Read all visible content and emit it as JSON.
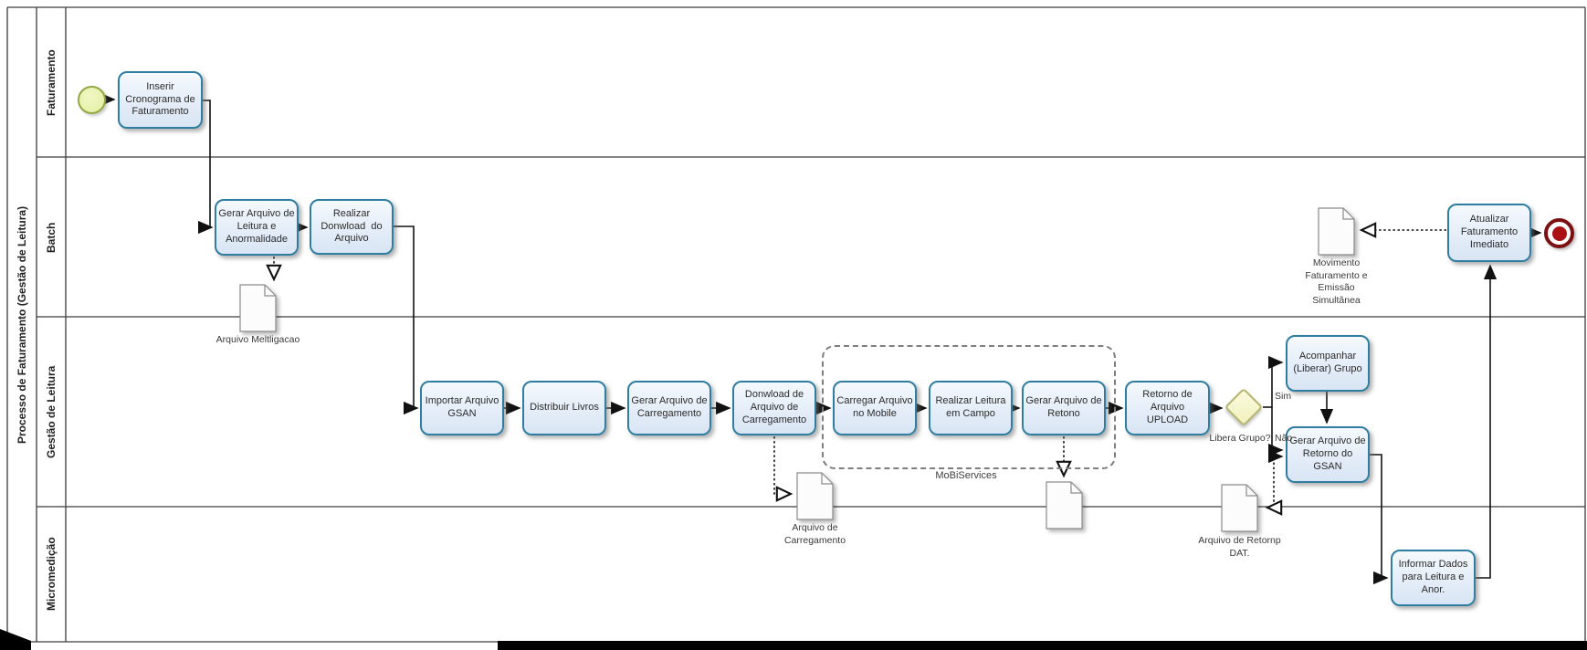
{
  "pool": {
    "label": "Processo de Faturamento (Gestão de Leitura)"
  },
  "lanes": [
    {
      "label": "Faturamento"
    },
    {
      "label": "Batch"
    },
    {
      "label": "Gestão de Leitura"
    },
    {
      "label": "Micromedição"
    }
  ],
  "tasks": [
    {
      "label": "Inserir Cronograma de Faturamento"
    },
    {
      "label": "Gerar Arquivo de Leitura e Anormalidade"
    },
    {
      "label": "Realizar Donwload  do Arquivo"
    },
    {
      "label": "Importar Arquivo  GSAN"
    },
    {
      "label": "Distribuir Livros"
    },
    {
      "label": "Gerar Arquivo de Carregamento"
    },
    {
      "label": "Donwload de Arquivo de Carregamento"
    },
    {
      "label": "Carregar Arquivo no Mobile"
    },
    {
      "label": "Realizar Leitura  em Campo"
    },
    {
      "label": "Gerar Arquivo de Retono"
    },
    {
      "label": "Retorno de Arquivo UPLOAD"
    },
    {
      "label": "Acompanhar (Liberar) Grupo"
    },
    {
      "label": "Gerar Arquivo de Retorno do GSAN"
    },
    {
      "label": "Informar Dados para Leitura e Anor."
    },
    {
      "label": "Atualizar Faturamento Imediato"
    }
  ],
  "documents": [
    {
      "label": "Arquivo Meltligacao"
    },
    {
      "label": "Movimento Faturamento e Emissão Simultânea"
    },
    {
      "label": "Arquivo de Carregamento"
    },
    {
      "label": ""
    },
    {
      "label": "Arquivo de Retornp DAT."
    }
  ],
  "gateway": {
    "question": "Libera Grupo?",
    "yes": "Sim",
    "no": "Não"
  },
  "group": {
    "label": "MoBiServices"
  },
  "icons": {
    "start_event": "start-event-circle",
    "end_event": "end-event-circle",
    "document": "document-with-folded-corner",
    "gateway": "diamond-gateway"
  },
  "colors": {
    "task_border": "#2f7da0",
    "task_fill": "#e3edf9",
    "start_fill": "#e8f3ab",
    "start_border": "#93a844",
    "end_ring": "#7b1113",
    "end_core": "#ab1216",
    "gateway_fill": "#f7f7cf",
    "gateway_border": "#b5b56e",
    "line": "#111111"
  }
}
